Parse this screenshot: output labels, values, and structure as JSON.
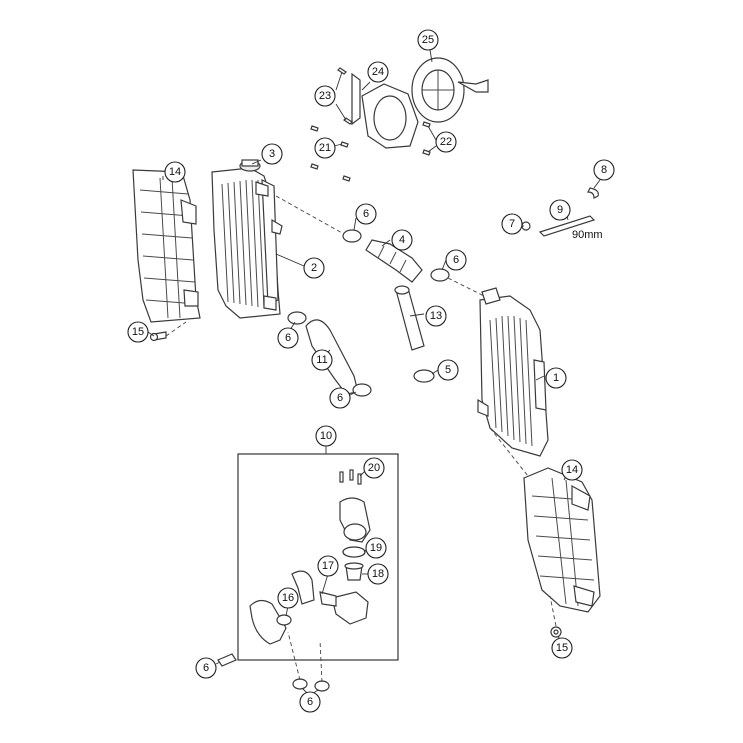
{
  "diagram": {
    "callouts": [
      {
        "id": "c1",
        "label": "1"
      },
      {
        "id": "c2",
        "label": "2"
      },
      {
        "id": "c3",
        "label": "3"
      },
      {
        "id": "c4",
        "label": "4"
      },
      {
        "id": "c5",
        "label": "5"
      },
      {
        "id": "c6a",
        "label": "6"
      },
      {
        "id": "c6b",
        "label": "6"
      },
      {
        "id": "c6c",
        "label": "6"
      },
      {
        "id": "c6d",
        "label": "6"
      },
      {
        "id": "c6e",
        "label": "6"
      },
      {
        "id": "c6f",
        "label": "6"
      },
      {
        "id": "c7",
        "label": "7"
      },
      {
        "id": "c8",
        "label": "8"
      },
      {
        "id": "c9",
        "label": "9"
      },
      {
        "id": "c10",
        "label": "10"
      },
      {
        "id": "c11",
        "label": "11"
      },
      {
        "id": "c13",
        "label": "13"
      },
      {
        "id": "c14a",
        "label": "14"
      },
      {
        "id": "c14b",
        "label": "14"
      },
      {
        "id": "c15a",
        "label": "15"
      },
      {
        "id": "c15b",
        "label": "15"
      },
      {
        "id": "c16",
        "label": "16"
      },
      {
        "id": "c17",
        "label": "17"
      },
      {
        "id": "c18",
        "label": "18"
      },
      {
        "id": "c19",
        "label": "19"
      },
      {
        "id": "c20",
        "label": "20"
      },
      {
        "id": "c21",
        "label": "21"
      },
      {
        "id": "c22",
        "label": "22"
      },
      {
        "id": "c23",
        "label": "23"
      },
      {
        "id": "c24",
        "label": "24"
      },
      {
        "id": "c25",
        "label": "25"
      }
    ],
    "hose_length_note": "90mm"
  }
}
